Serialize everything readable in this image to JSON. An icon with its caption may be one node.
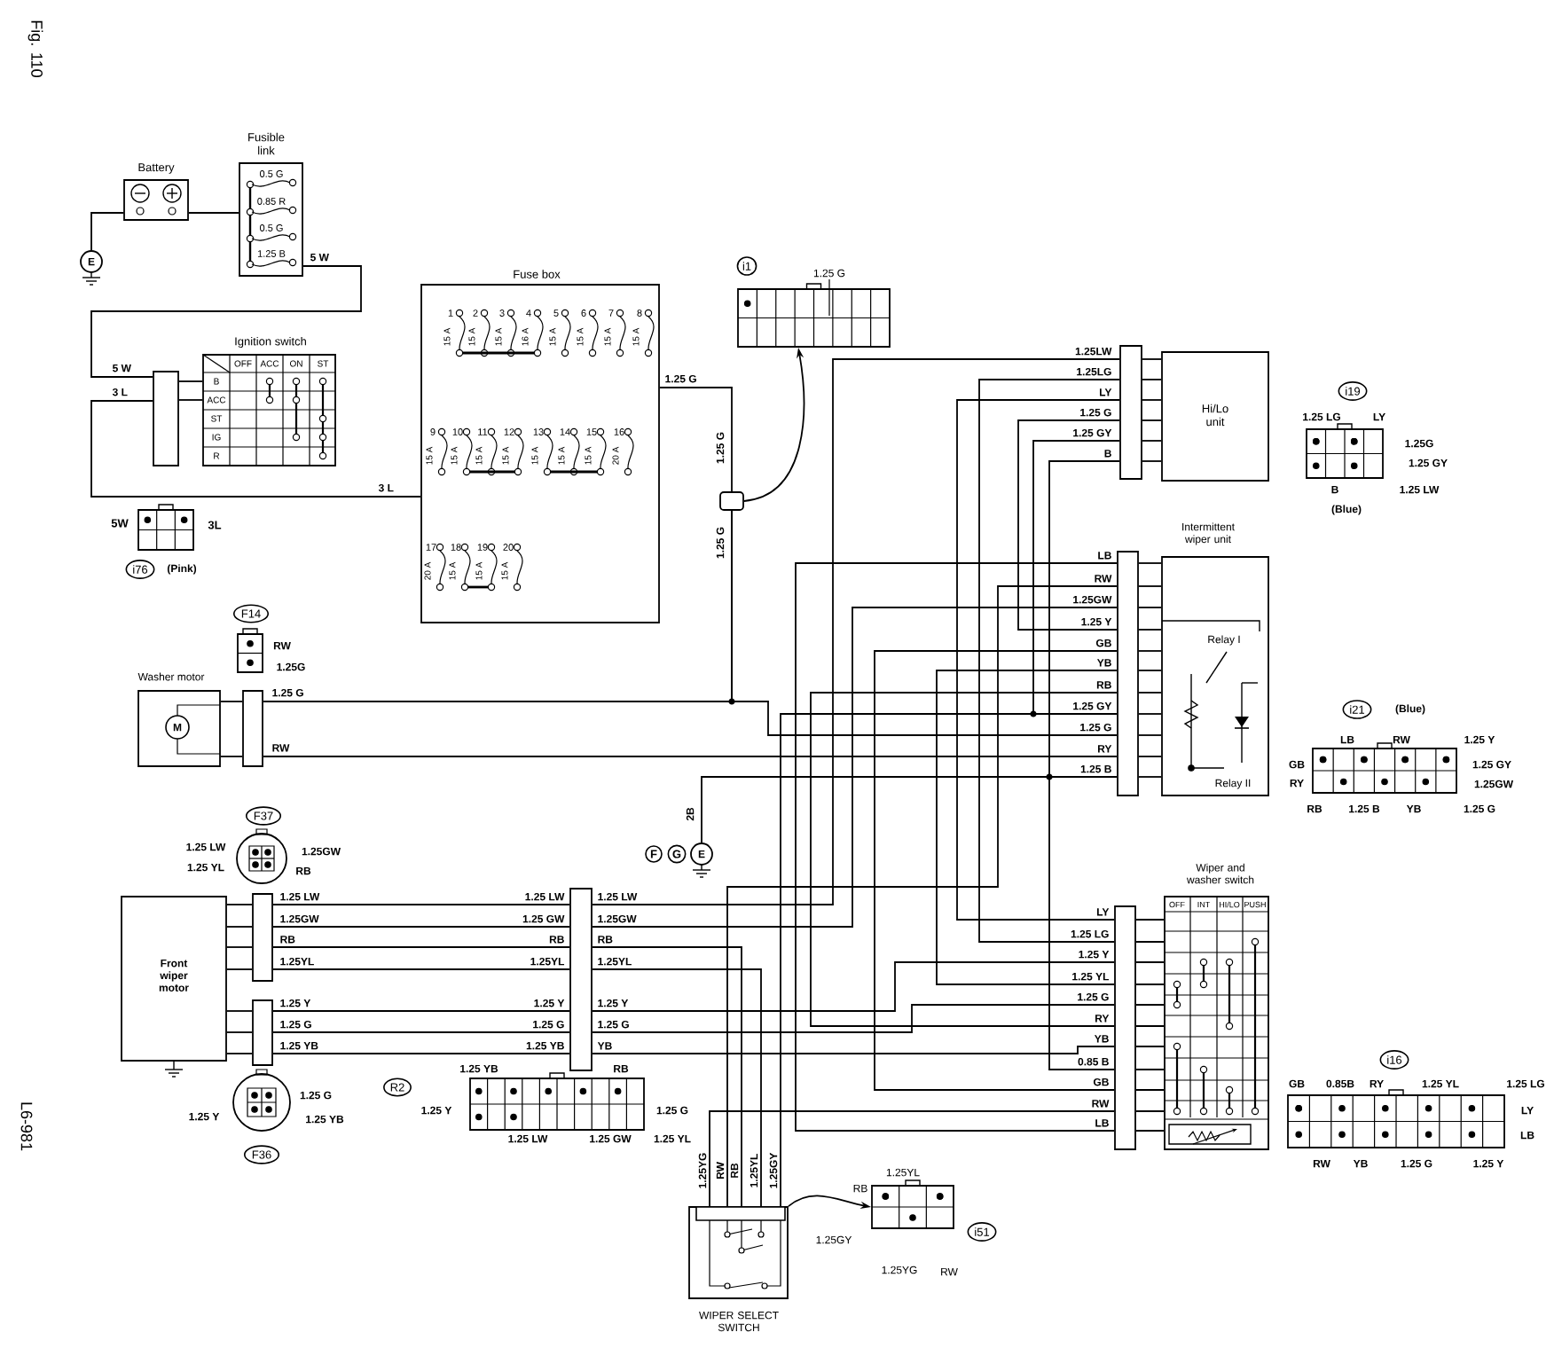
{
  "diagram": {
    "nodes": [
      {
        "text": [
          "Battery"
        ]
      },
      {
        "text": [
          "E"
        ]
      },
      {
        "text": [
          "Fusible link",
          "0.5 G",
          "0.85 R",
          "0.5 G",
          "1.25 B"
        ]
      },
      {
        "text": [
          "Ignition switch",
          "OFF",
          "ACC",
          "ON",
          "ST",
          "B",
          "ACC",
          "ST",
          "IG",
          "R"
        ]
      },
      {
        "text": [],
        "shape": "bar"
      },
      {
        "text": [
          "Fuse box",
          "1",
          "2",
          "3",
          "4",
          "5",
          "6",
          "7",
          "8",
          "9",
          "10",
          "11",
          "12",
          "13",
          "14",
          "15",
          "16",
          "17",
          "18",
          "19",
          "20",
          "15 A",
          "15 A",
          "15 A",
          "16 A",
          "15 A",
          "15 A",
          "15 A",
          "15 A",
          "15 A",
          "15 A",
          "15 A",
          "15 A",
          "15 A",
          "15 A",
          "15 A",
          "20 A",
          "20 A",
          "15 A",
          "15 A",
          "15 A"
        ]
      },
      {
        "text": [
          "1.25 G"
        ],
        "beside": [
          "i1"
        ]
      },
      {
        "text": [
          "Hi/Lo unit"
        ]
      },
      {
        "text": [],
        "shape": "bar"
      },
      {
        "text": [
          "1.25 LG",
          "LY",
          "1.25G",
          "1.25 GY",
          "B",
          "1.25 LW"
        ],
        "beside": [
          "i19",
          "(Blue)"
        ]
      },
      {
        "text": [
          "5W",
          "3L"
        ],
        "beside": [
          "i76",
          "(Pink)"
        ]
      },
      {
        "text": [
          "Intermittent wiper unit",
          "Relay I",
          "Relay II"
        ]
      },
      {
        "text": [],
        "shape": "bar"
      },
      {
        "text": [
          "RW",
          "1.25G"
        ],
        "beside": [
          "F14"
        ]
      },
      {
        "text": [
          "Washer motor",
          "M"
        ]
      },
      {
        "text": [],
        "shape": "bar"
      },
      {
        "text": [],
        "shape": "box"
      },
      {
        "text": [
          "E"
        ]
      },
      {
        "text": [
          "1.25 LW",
          "1.25 YL",
          "1.25GW",
          "RB"
        ],
        "beside": [
          "F37"
        ]
      },
      {
        "text": [
          "Front wiper motor"
        ]
      },
      {
        "text": [],
        "shape": "bar"
      },
      {
        "text": [],
        "shape": "bar"
      },
      {
        "text": [],
        "shape": "bar"
      },
      {
        "text": [
          "1.25 G",
          "1.25 Y",
          "1.25 YB"
        ],
        "beside": [
          "F36"
        ]
      },
      {
        "text": [
          "1.25 YB",
          "RB",
          "1.25 Y",
          "1.25 G",
          "1.25 LW",
          "1.25 GW",
          "1.25 YL"
        ],
        "beside": [
          "R2"
        ]
      },
      {
        "text": [
          "Wiper and washer switch",
          "OFF",
          "INT",
          "HI/LO",
          "PUSH"
        ]
      },
      {
        "text": [],
        "shape": "bar"
      },
      {
        "text": [
          "WIPER SELECT SWITCH"
        ]
      },
      {
        "text": [
          "1.25YL",
          "RB",
          "1.25GY",
          "1.25YG",
          "RW"
        ],
        "beside": [
          "i51"
        ]
      },
      {
        "text": [
          "LB",
          "RW",
          "1.25 Y",
          "GB",
          "1.25 GY",
          "RY",
          "1.25GW",
          "RB",
          "1.25 B",
          "YB",
          "1.25 G"
        ],
        "beside": [
          "i21",
          "(Blue)"
        ]
      },
      {
        "text": [
          "GB",
          "0.85B",
          "RY",
          "1.25 YL",
          "1.25 LG",
          "LY",
          "LB",
          "RW",
          "YB",
          "1.25 G",
          "1.25 Y"
        ],
        "beside": [
          "i16"
        ]
      }
    ],
    "edges": [
      {
        "from": 0,
        "to": 1,
        "arrow": "none"
      },
      {
        "from": 0,
        "to": 2,
        "arrow": "none"
      },
      {
        "from": 2,
        "to": 4,
        "arrow": "none"
      },
      {
        "from": 4,
        "to": 5,
        "arrow": "none"
      },
      {
        "from": 5,
        "to": 16,
        "arrow": "none"
      },
      {
        "from": 16,
        "to": 6,
        "arrow": "to"
      },
      {
        "from": 16,
        "to": 15,
        "arrow": "none"
      },
      {
        "from": 15,
        "to": 12,
        "arrow": "none"
      },
      {
        "from": 16,
        "to": 12,
        "arrow": "none"
      },
      {
        "from": 17,
        "to": 12,
        "arrow": "none"
      },
      {
        "from": 20,
        "to": 22,
        "arrow": "none"
      },
      {
        "from": 20,
        "to": 22,
        "arrow": "none"
      },
      {
        "from": 20,
        "to": 22,
        "arrow": "none"
      },
      {
        "from": 20,
        "to": 22,
        "arrow": "none"
      },
      {
        "from": 21,
        "to": 22,
        "arrow": "none"
      },
      {
        "from": 21,
        "to": 22,
        "arrow": "none"
      },
      {
        "from": 21,
        "to": 22,
        "arrow": "none"
      },
      {
        "from": 22,
        "to": 8,
        "arrow": "none"
      },
      {
        "from": 22,
        "to": 12,
        "arrow": "none"
      },
      {
        "from": 22,
        "to": 27,
        "arrow": "none"
      },
      {
        "from": 22,
        "to": 27,
        "arrow": "none"
      },
      {
        "from": 22,
        "to": 26,
        "arrow": "none"
      },
      {
        "from": 22,
        "to": 26,
        "arrow": "none"
      },
      {
        "from": 22,
        "to": 26,
        "arrow": "none"
      },
      {
        "from": 27,
        "to": 12,
        "arrow": "none"
      },
      {
        "from": 27,
        "to": 26,
        "arrow": "none"
      },
      {
        "from": 27,
        "to": 12,
        "arrow": "none"
      },
      {
        "from": 8,
        "to": 26,
        "arrow": "none"
      },
      {
        "from": 8,
        "to": 26,
        "arrow": "none"
      },
      {
        "from": 8,
        "to": 12,
        "arrow": "none"
      },
      {
        "from": 8,
        "to": 12,
        "arrow": "none"
      },
      {
        "from": 8,
        "to": 12,
        "arrow": "none"
      },
      {
        "from": 12,
        "to": 26,
        "arrow": "none"
      },
      {
        "from": 12,
        "to": 26,
        "arrow": "none"
      },
      {
        "from": 12,
        "to": 26,
        "arrow": "none"
      },
      {
        "from": 12,
        "to": 26,
        "arrow": "none"
      },
      {
        "from": 26,
        "to": 12,
        "arrow": "none"
      },
      {
        "from": 27,
        "to": 28,
        "arrow": "to"
      },
      {
        "from": 4,
        "to": 3,
        "arrow": "none"
      },
      {
        "from": 4,
        "to": 3,
        "arrow": "none"
      },
      {
        "from": 8,
        "to": 7,
        "arrow": "none"
      },
      {
        "from": 8,
        "to": 7,
        "arrow": "none"
      },
      {
        "from": 8,
        "to": 7,
        "arrow": "none"
      },
      {
        "from": 8,
        "to": 7,
        "arrow": "none"
      },
      {
        "from": 8,
        "to": 7,
        "arrow": "none"
      },
      {
        "from": 8,
        "to": 7,
        "arrow": "none"
      },
      {
        "from": 12,
        "to": 11,
        "arrow": "none"
      },
      {
        "from": 12,
        "to": 11,
        "arrow": "none"
      },
      {
        "from": 12,
        "to": 11,
        "arrow": "none"
      },
      {
        "from": 12,
        "to": 11,
        "arrow": "none"
      },
      {
        "from": 12,
        "to": 11,
        "arrow": "none"
      },
      {
        "from": 12,
        "to": 11,
        "arrow": "none"
      },
      {
        "from": 12,
        "to": 11,
        "arrow": "none"
      },
      {
        "from": 12,
        "to": 11,
        "arrow": "none"
      },
      {
        "from": 12,
        "to": 11,
        "arrow": "none"
      },
      {
        "from": 12,
        "to": 11,
        "arrow": "none"
      },
      {
        "from": 12,
        "to": 11,
        "arrow": "none"
      },
      {
        "from": 26,
        "to": 25,
        "arrow": "none"
      },
      {
        "from": 26,
        "to": 25,
        "arrow": "none"
      },
      {
        "from": 26,
        "to": 25,
        "arrow": "none"
      },
      {
        "from": 26,
        "to": 25,
        "arrow": "none"
      },
      {
        "from": 26,
        "to": 25,
        "arrow": "none"
      },
      {
        "from": 26,
        "to": 25,
        "arrow": "none"
      },
      {
        "from": 26,
        "to": 25,
        "arrow": "none"
      },
      {
        "from": 26,
        "to": 25,
        "arrow": "none"
      },
      {
        "from": 26,
        "to": 25,
        "arrow": "none"
      },
      {
        "from": 26,
        "to": 25,
        "arrow": "none"
      },
      {
        "from": 26,
        "to": 25,
        "arrow": "none"
      },
      {
        "from": 15,
        "to": 14,
        "arrow": "none"
      },
      {
        "from": 15,
        "to": 14,
        "arrow": "none"
      },
      {
        "from": 20,
        "to": 19,
        "arrow": "none"
      },
      {
        "from": 20,
        "to": 19,
        "arrow": "none"
      },
      {
        "from": 20,
        "to": 19,
        "arrow": "none"
      },
      {
        "from": 20,
        "to": 19,
        "arrow": "none"
      },
      {
        "from": 21,
        "to": 19,
        "arrow": "none"
      },
      {
        "from": 21,
        "to": 19,
        "arrow": "none"
      },
      {
        "from": 21,
        "to": 19,
        "arrow": "none"
      }
    ],
    "labels": [
      "Fig. 110",
      "L6-981",
      "5 W",
      "5 W",
      "3 L",
      "3 L",
      "1.25 G",
      "1.25 G",
      "1.25 G",
      "1.25 G",
      "RW",
      "2B",
      "F",
      "G",
      "1.25LW",
      "1.25LG",
      "LY",
      "1.25 G",
      "1.25 GY",
      "B",
      "LB",
      "RW",
      "1.25GW",
      "1.25 Y",
      "GB",
      "YB",
      "RB",
      "1.25 GY",
      "1.25 G",
      "RY",
      "1.25 B",
      "LY",
      "1.25 LG",
      "1.25 Y",
      "1.25 YL",
      "1.25 G",
      "RY",
      "YB",
      "0.85 B",
      "GB",
      "RW",
      "LB",
      "1.25 LW",
      "1.25GW",
      "RB",
      "1.25YL",
      "1.25 Y",
      "1.25 G",
      "1.25 YB",
      "1.25 LW",
      "1.25 GW",
      "RB",
      "1.25YL",
      "1.25 Y",
      "1.25 G",
      "1.25 YB",
      "1.25 LW",
      "1.25GW",
      "RB",
      "1.25YL",
      "1.25 Y",
      "1.25 G",
      "YB",
      "1.25YG",
      "RW",
      "RB",
      "1.25YL",
      "1.25GY"
    ]
  }
}
